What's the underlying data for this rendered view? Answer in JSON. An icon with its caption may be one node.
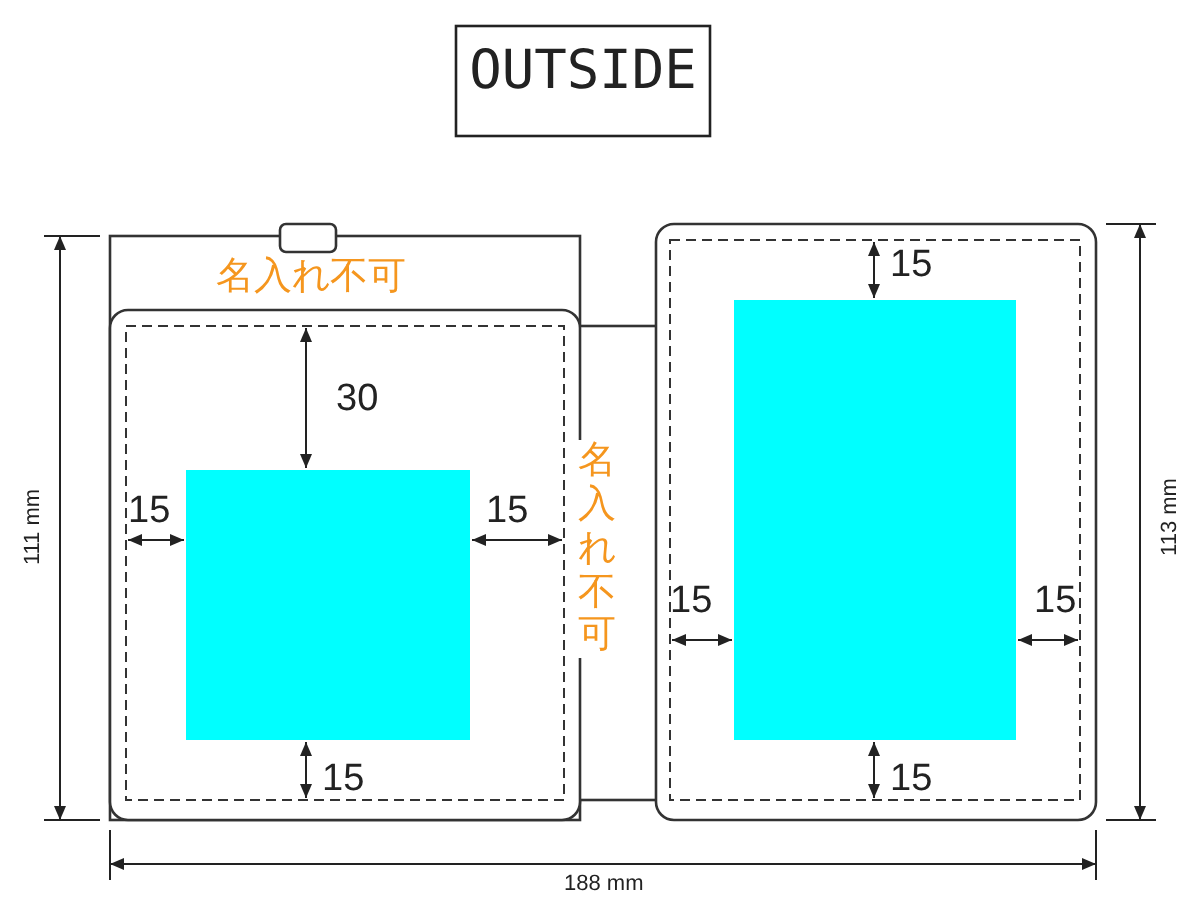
{
  "diagram": {
    "title": "OUTSIDE",
    "nodes": [
      {
        "text": [],
        "shape": "box"
      },
      {
        "text": [],
        "shape": "box"
      }
    ],
    "labels": [
      "名入れ不可",
      "15",
      "30",
      "名入れ不可",
      "111 mm",
      "15",
      "15",
      "113 mm",
      "15",
      "15",
      "15",
      "15",
      "188 mm"
    ]
  }
}
